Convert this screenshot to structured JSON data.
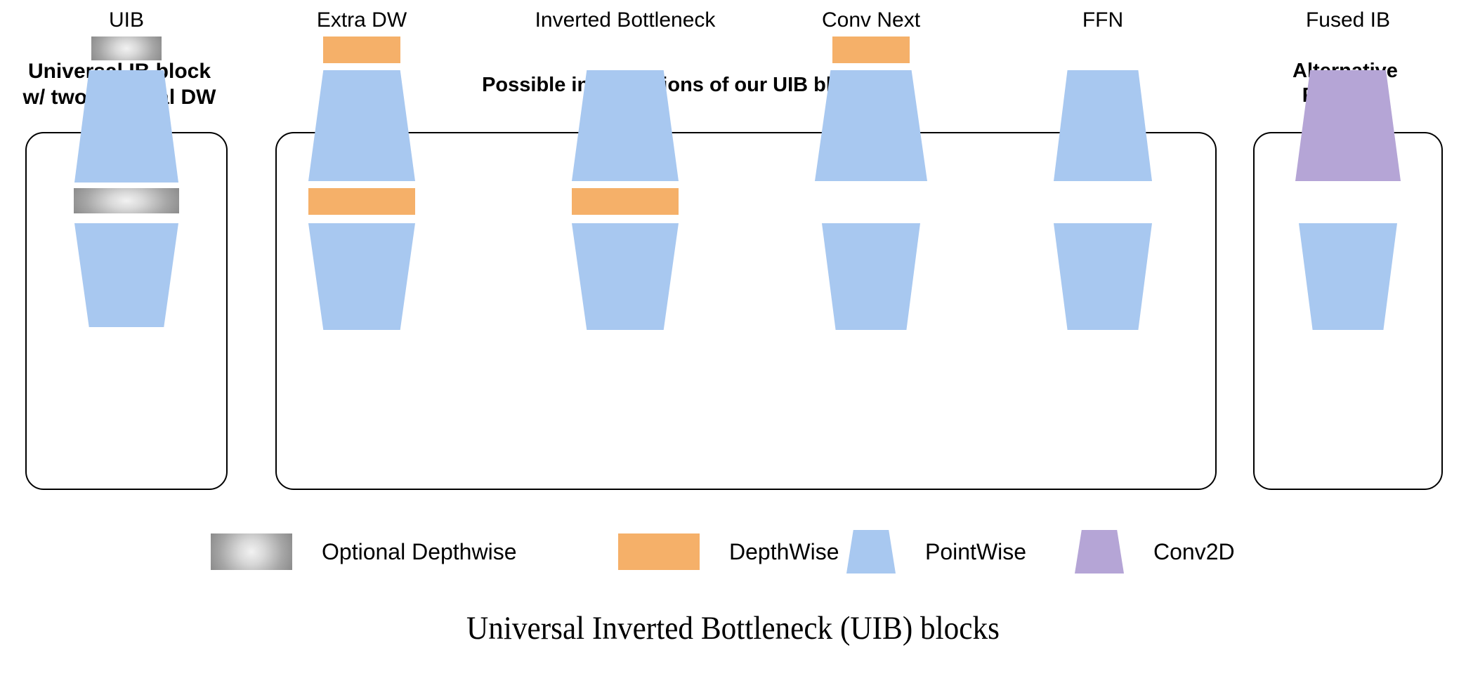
{
  "figure": {
    "caption": "Universal Inverted Bottleneck (UIB) blocks"
  },
  "groups": {
    "left": {
      "heading": "Universal IB block\nw/ two optional DW"
    },
    "middle": {
      "heading": "Possible instantiations of our UIB block"
    },
    "right": {
      "heading": "Alternative\nFused IB"
    }
  },
  "blocks": [
    {
      "id": "uib",
      "label": "UIB",
      "group": "left",
      "layers": [
        {
          "kind": "optional-depthwise",
          "width": 100,
          "height": 34
        },
        {
          "kind": "pointwise-expand",
          "width": 148,
          "height": 160
        },
        {
          "kind": "optional-depthwise",
          "width": 150,
          "height": 36
        },
        {
          "kind": "pointwise-contract",
          "width": 148,
          "height": 148
        }
      ]
    },
    {
      "id": "extra-dw",
      "label": "Extra DW",
      "group": "middle",
      "layers": [
        {
          "kind": "depthwise",
          "width": 110,
          "height": 38
        },
        {
          "kind": "pointwise-expand",
          "width": 152,
          "height": 158
        },
        {
          "kind": "depthwise",
          "width": 152,
          "height": 38
        },
        {
          "kind": "pointwise-contract",
          "width": 152,
          "height": 152
        }
      ]
    },
    {
      "id": "inverted-bottleneck",
      "label": "Inverted Bottleneck",
      "group": "middle",
      "layers": [
        {
          "kind": "spacer",
          "width": 0,
          "height": 38
        },
        {
          "kind": "pointwise-expand",
          "width": 152,
          "height": 158
        },
        {
          "kind": "depthwise",
          "width": 152,
          "height": 38
        },
        {
          "kind": "pointwise-contract",
          "width": 152,
          "height": 152
        }
      ]
    },
    {
      "id": "conv-next",
      "label": "Conv Next",
      "group": "middle",
      "layers": [
        {
          "kind": "depthwise",
          "width": 110,
          "height": 38
        },
        {
          "kind": "pointwise-expand",
          "width": 160,
          "height": 158
        },
        {
          "kind": "spacer",
          "width": 0,
          "height": 38
        },
        {
          "kind": "pointwise-contract",
          "width": 140,
          "height": 152
        }
      ]
    },
    {
      "id": "ffn",
      "label": "FFN",
      "group": "middle",
      "layers": [
        {
          "kind": "spacer",
          "width": 0,
          "height": 38
        },
        {
          "kind": "pointwise-expand",
          "width": 140,
          "height": 158
        },
        {
          "kind": "spacer",
          "width": 0,
          "height": 38
        },
        {
          "kind": "pointwise-contract",
          "width": 140,
          "height": 152
        }
      ]
    },
    {
      "id": "fused-ib",
      "label": "Fused IB",
      "group": "right",
      "layers": [
        {
          "kind": "spacer",
          "width": 0,
          "height": 38
        },
        {
          "kind": "conv2d-expand",
          "width": 150,
          "height": 158
        },
        {
          "kind": "spacer",
          "width": 0,
          "height": 38
        },
        {
          "kind": "pointwise-contract",
          "width": 140,
          "height": 152
        }
      ]
    }
  ],
  "legend": [
    {
      "label": "Optional Depthwise",
      "kind": "optional-depthwise",
      "color": "#9e9e9e"
    },
    {
      "label": "DepthWise",
      "kind": "depthwise",
      "color": "#f5b069"
    },
    {
      "label": "PointWise",
      "kind": "pointwise",
      "color": "#a8c8f0"
    },
    {
      "label": "Conv2D",
      "kind": "conv2d",
      "color": "#b5a5d6"
    }
  ],
  "colors": {
    "depthwise": "#f5b069",
    "pointwise": "#a8c8f0",
    "conv2d": "#b5a5d6",
    "optional_depthwise": "#9e9e9e",
    "panel_border": "#000000",
    "background": "#ffffff"
  }
}
